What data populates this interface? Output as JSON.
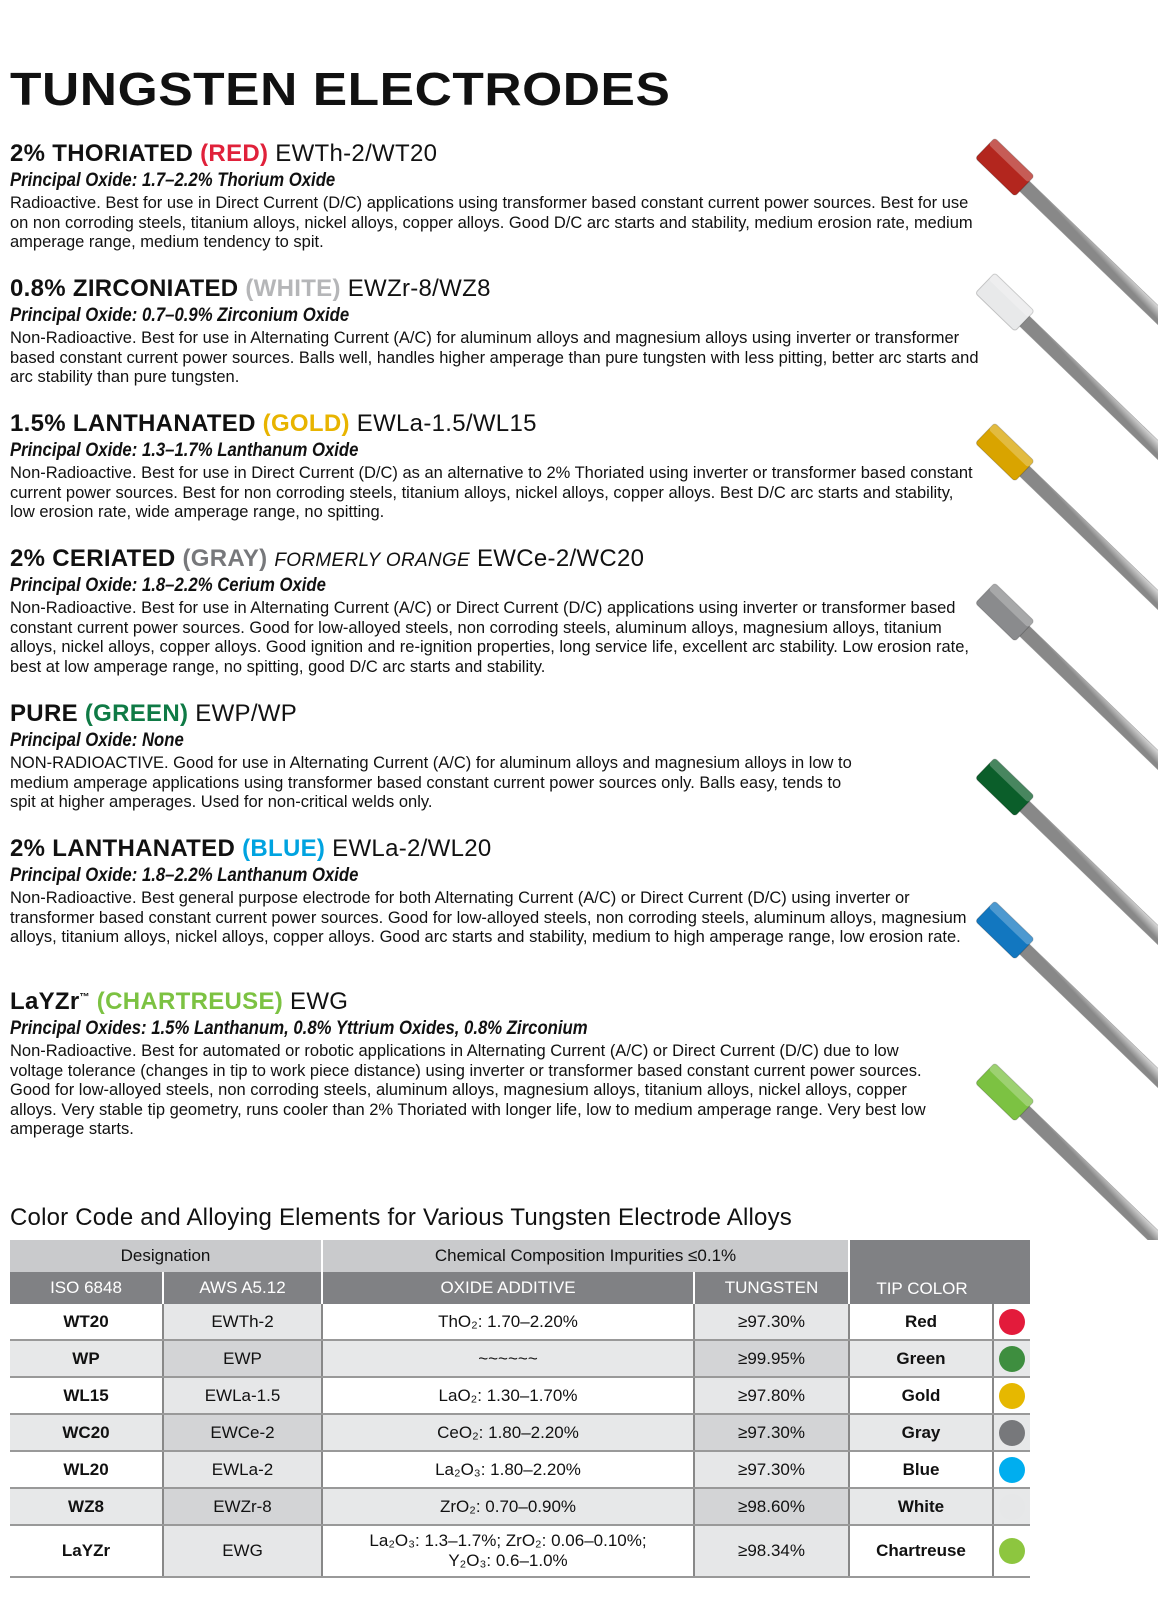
{
  "title": "TUNGSTEN ELECTRODES",
  "sections": [
    {
      "name": "2% THORIATED",
      "color_label": "(RED)",
      "color": "#e0213a",
      "code": "EWTh-2/WT20",
      "oxide": "Principal Oxide: 1.7–2.2% Thorium Oxide",
      "desc": "Radioactive. Best for use in Direct Current (D/C) applications using transformer based constant current power sources. Best for use on non corroding steels, titanium alloys, nickel alloys, copper alloys. Good D/C arc starts and stability, medium erosion rate, medium amperage range, medium tendency to spit."
    },
    {
      "name": "0.8% ZIRCONIATED",
      "color_label": "(WHITE)",
      "color": "#b5b6b8",
      "code": "EWZr-8/WZ8",
      "oxide": "Principal Oxide: 0.7–0.9% Zirconium Oxide",
      "desc": "Non-Radioactive. Best for use in Alternating Current (A/C) for aluminum alloys and magnesium alloys using inverter or transformer based constant current power sources. Balls well, handles higher amperage than pure tungsten with less pitting, better arc starts and arc stability than pure tungsten."
    },
    {
      "name": "1.5% LANTHANATED",
      "color_label": "(GOLD)",
      "color": "#e8b400",
      "code": "EWLa-1.5/WL15",
      "oxide": "Principal Oxide: 1.3–1.7% Lanthanum Oxide",
      "desc": "Non-Radioactive. Best for use in Direct Current (D/C) as an alternative to 2% Thoriated using inverter or transformer based constant current power sources. Best for non corroding steels, titanium alloys, nickel alloys, copper alloys. Best D/C arc starts and stability, low erosion rate, wide amperage range, no spitting."
    },
    {
      "name": "2% CERIATED",
      "color_label": "(GRAY)",
      "color": "#77787b",
      "former": "FORMERLY ORANGE",
      "code": "EWCe-2/WC20",
      "oxide": "Principal Oxide: 1.8–2.2% Cerium Oxide",
      "desc": "Non-Radioactive. Best for use in Alternating Current (A/C) or Direct Current (D/C) applications using inverter or transformer based constant current power sources. Good for low-alloyed steels, non corroding steels, aluminum alloys, magnesium alloys, titanium alloys, nickel alloys, copper alloys. Good ignition and re-ignition properties, long service life, excellent arc stability. Low erosion rate, best at low amperage range, no spitting, good D/C arc starts and stability."
    },
    {
      "name": "PURE",
      "color_label": "(GREEN)",
      "color": "#0f7a45",
      "code": "EWP/WP",
      "oxide": "Principal Oxide: None",
      "desc": "NON-RADIOACTIVE. Good for use in Alternating Current (A/C) for aluminum alloys and magnesium alloys in low to medium amperage applications using transformer based constant current power sources only. Balls easy, tends to spit at higher amperages. Used for non-critical welds only."
    },
    {
      "name": "2% LANTHANATED",
      "color_label": "(BLUE)",
      "color": "#00a3e0",
      "code": "EWLa-2/WL20",
      "oxide": "Principal Oxide: 1.8–2.2% Lanthanum Oxide",
      "desc": "Non-Radioactive. Best general purpose electrode for both Alternating Current (A/C) or Direct Current (D/C) using inverter or transformer based constant current power sources. Good for low-alloyed steels, non corroding steels, aluminum alloys, magnesium alloys, titanium alloys, nickel alloys, copper alloys. Good arc starts and stability, medium to high amperage range, low erosion rate."
    },
    {
      "name": "LaYZr",
      "tm": "™",
      "color_label": "(CHARTREUSE)",
      "color": "#7cc242",
      "code": "EWG",
      "oxide": "Principal Oxides: 1.5% Lanthanum, 0.8% Yttrium Oxides, 0.8% Zirconium",
      "desc": "Non-Radioactive. Best for automated or robotic applications in Alternating Current (A/C) or Direct Current (D/C) due to low voltage tolerance (changes in tip to work piece distance) using inverter or transformer based constant current power sources. Good for low-alloyed steels, non corroding steels, aluminum alloys, magnesium alloys, titanium alloys, nickel alloys, copper alloys. Very stable tip geometry, runs cooler than 2% Thoriated with longer life, low to medium amperage range. Very best low amperage starts."
    }
  ],
  "rod_colors": [
    "#b3261e",
    "#e8e9ea",
    "#d9a400",
    "#8a8b8d",
    "#0b5e2a",
    "#1277c0",
    "#7cc242"
  ],
  "table": {
    "title": "Color Code and Alloying Elements for Various Tungsten Electrode Alloys",
    "group_headers": [
      "Designation",
      "Chemical Composition Impurities ≤0.1%"
    ],
    "headers": [
      "ISO 6848",
      "AWS A5.12",
      "OXIDE ADDITIVE",
      "TUNGSTEN",
      "TIP COLOR"
    ],
    "rows": [
      {
        "iso": "WT20",
        "aws": "EWTh-2",
        "oxide": "ThO₂: 1.70–2.20%",
        "tungsten": "≥97.30%",
        "tip": "Red",
        "color": "#e31b3b"
      },
      {
        "iso": "WP",
        "aws": "EWP",
        "oxide": "~~~~~~",
        "tungsten": "≥99.95%",
        "tip": "Green",
        "color": "#3e8e3f"
      },
      {
        "iso": "WL15",
        "aws": "EWLa-1.5",
        "oxide": "LaO₂: 1.30–1.70%",
        "tungsten": "≥97.80%",
        "tip": "Gold",
        "color": "#e6b800"
      },
      {
        "iso": "WC20",
        "aws": "EWCe-2",
        "oxide": "CeO₂: 1.80–2.20%",
        "tungsten": "≥97.30%",
        "tip": "Gray",
        "color": "#77787b"
      },
      {
        "iso": "WL20",
        "aws": "EWLa-2",
        "oxide": "La₂O₃: 1.80–2.20%",
        "tungsten": "≥97.30%",
        "tip": "Blue",
        "color": "#00aeef"
      },
      {
        "iso": "WZ8",
        "aws": "EWZr-8",
        "oxide": "ZrO₂: 0.70–0.90%",
        "tungsten": "≥98.60%",
        "tip": "White",
        "color": "#e6e7e8"
      },
      {
        "iso": "LaYZr",
        "aws": "EWG",
        "oxide": "La₂O₃: 1.3–1.7%; ZrO₂: 0.06–0.10%;",
        "oxide2": "Y₂O₃: 0.6–1.0%",
        "tungsten": "≥98.34%",
        "tip": "Chartreuse",
        "color": "#8dc63f"
      }
    ]
  }
}
